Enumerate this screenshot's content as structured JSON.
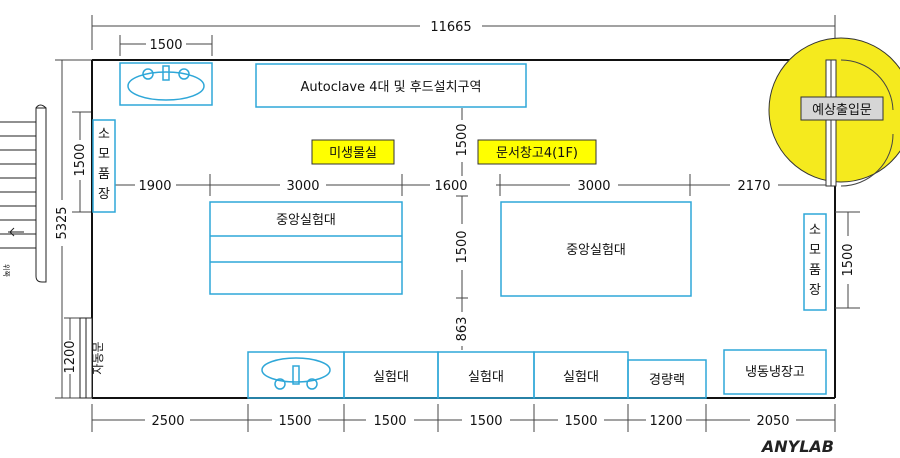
{
  "dimensions": {
    "top_total": "11665",
    "top_sink": "1500",
    "left_total": "5325",
    "left_upper": "1500",
    "left_lower": "1200",
    "mid_left": "1900",
    "mid_bench1": "3000",
    "mid_aisle": "1600",
    "mid_bench2": "3000",
    "mid_right": "2170",
    "vert_upper": "1500",
    "vert_bench": "1500",
    "vert_lower": "863",
    "right_vert": "1500",
    "bottom": [
      "2500",
      "1500",
      "1500",
      "1500",
      "1500",
      "1200",
      "2050"
    ]
  },
  "labels": {
    "autoclave": "Autoclave 4대 및 후드설치구역",
    "microbe_room": "미생물실",
    "document_storage": "문서창고4(1F)",
    "central_bench_left": "중앙실험대",
    "central_bench_right": "중앙실험대",
    "consumables_left": [
      "소",
      "모",
      "품",
      "장"
    ],
    "consumables_right": [
      "소",
      "모",
      "품",
      "장"
    ],
    "bench_a": "실험대",
    "bench_b": "실험대",
    "bench_c": "실험대",
    "weighing_rack": "경량랙",
    "fridge_freezer": "냉동냉장고",
    "emergency_door": "예상출입문",
    "auto_door": "자동문",
    "stair_note": "위쪽"
  },
  "logo": "ANYLAB",
  "colors": {
    "highlight": "#ffff00",
    "door_fill": "#f5ea1e",
    "equipment": "#2fa7d8",
    "wall": "#111111"
  }
}
